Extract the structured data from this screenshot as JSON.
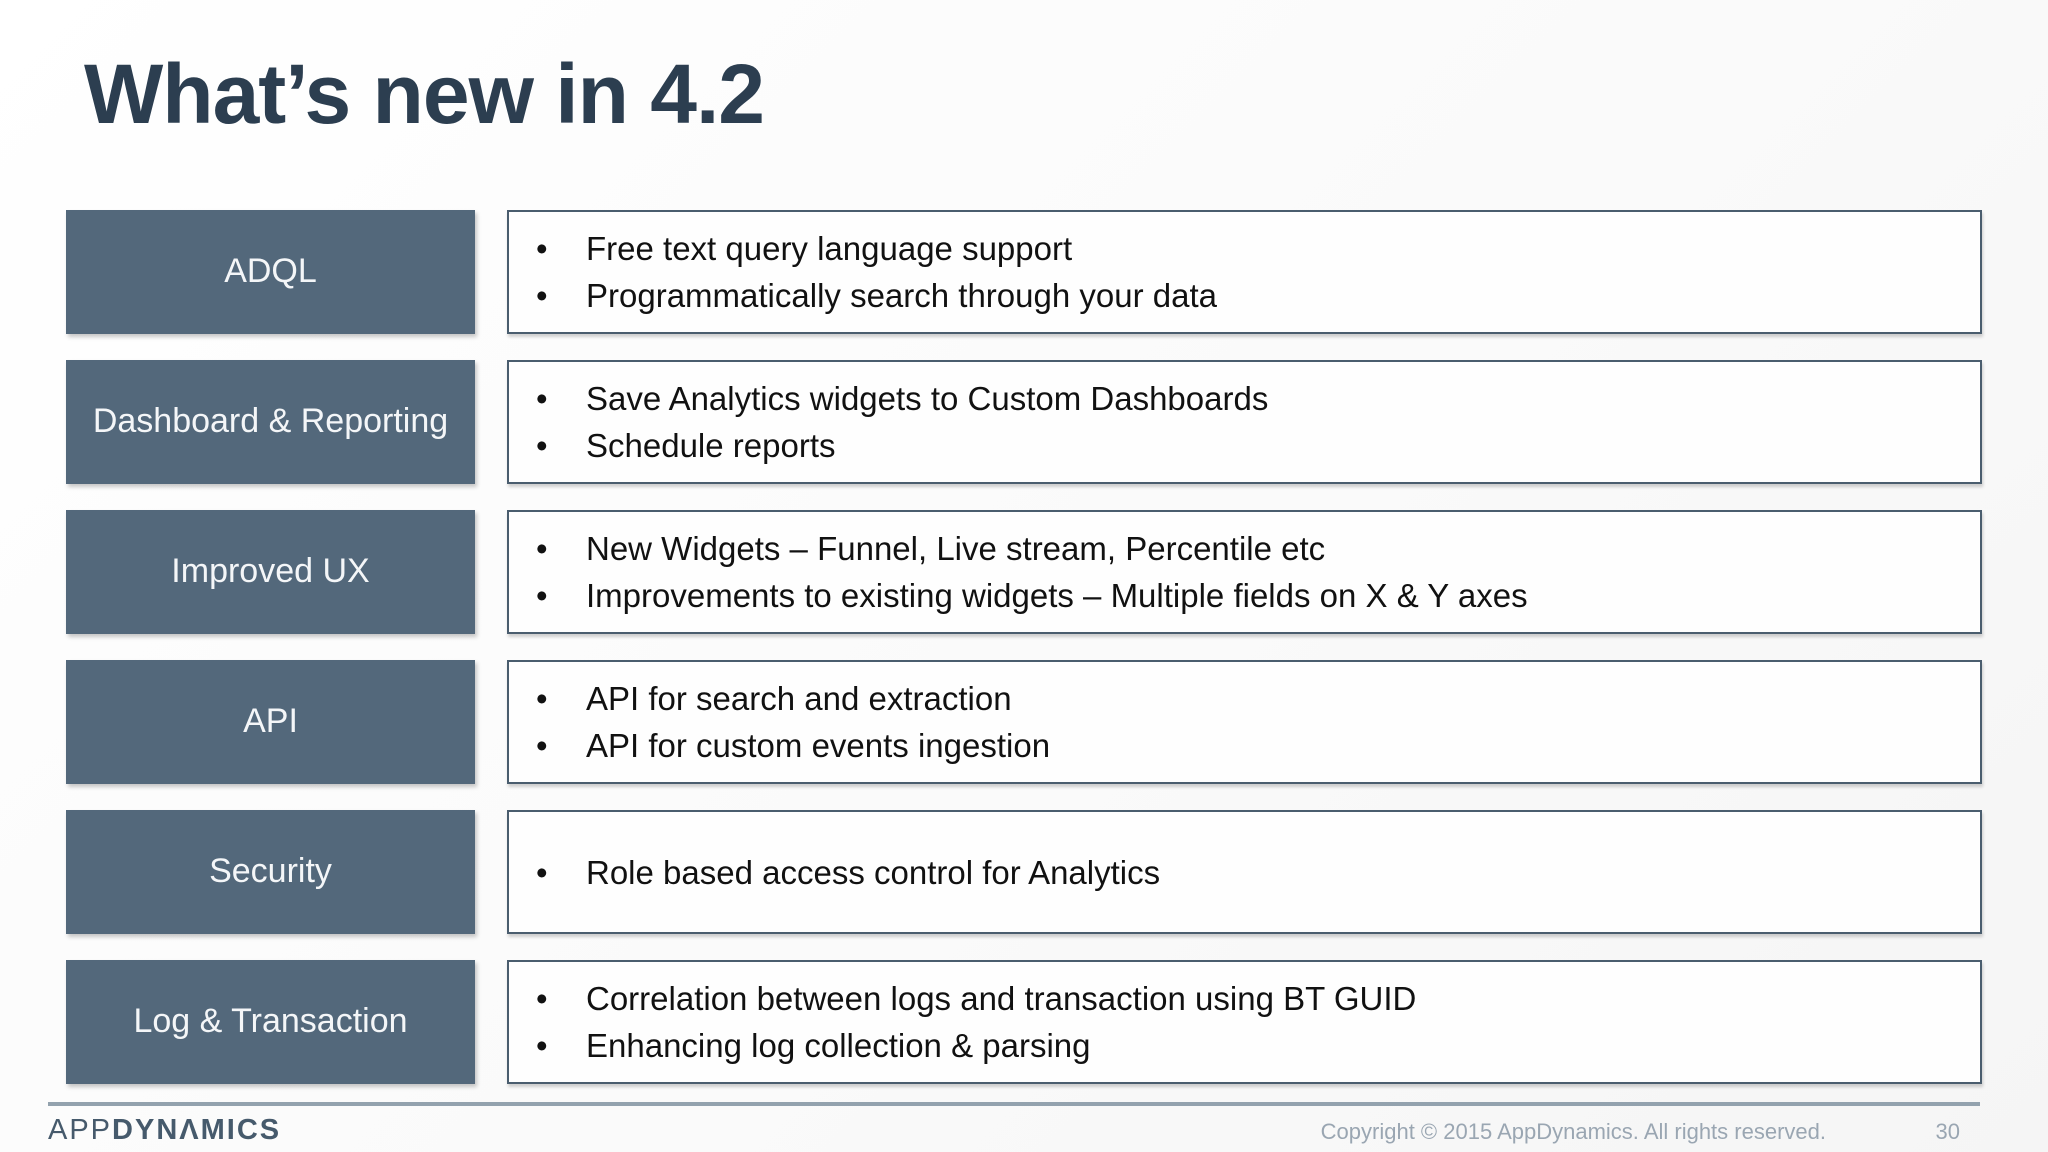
{
  "slide": {
    "title": "What’s new in 4.2",
    "rows": [
      {
        "label": "ADQL",
        "bullets": [
          "Free text query language support",
          "Programmatically search through your data"
        ]
      },
      {
        "label": "Dashboard & Reporting",
        "bullets": [
          "Save Analytics widgets to Custom Dashboards",
          "Schedule reports"
        ]
      },
      {
        "label": "Improved UX",
        "bullets": [
          "New Widgets – Funnel, Live stream, Percentile etc",
          "Improvements to existing widgets – Multiple fields on X & Y axes"
        ]
      },
      {
        "label": "API",
        "bullets": [
          "API for search and extraction",
          "API for custom events ingestion"
        ]
      },
      {
        "label": "Security",
        "bullets": [
          "Role based access control for Analytics"
        ]
      },
      {
        "label": "Log & Transaction",
        "bullets": [
          "Correlation between logs and transaction using BT GUID",
          "Enhancing log collection & parsing"
        ]
      }
    ],
    "footer": {
      "logo_app": "APP",
      "logo_dynamics": "DYNΛMICS",
      "copyright": "Copyright © 2015 AppDynamics. All rights reserved.",
      "page_number": "30"
    },
    "colors": {
      "title": "#2c3e50",
      "box_fill": "#53687b",
      "box_border": "#4a5d6e",
      "footer_line": "#93a2ae",
      "footer_text": "#9aa6b2",
      "logo": "#465a6c"
    }
  }
}
